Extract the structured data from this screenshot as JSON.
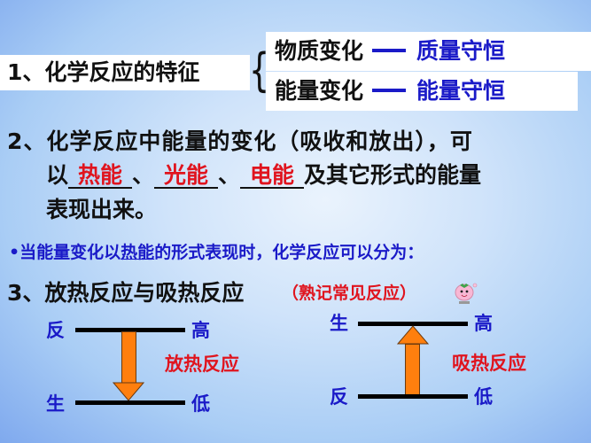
{
  "section1": {
    "label": "1、化学反应的特征",
    "brace": "{",
    "rows": [
      {
        "left": "物质变化",
        "right": "质量守恒"
      },
      {
        "left": "能量变化",
        "right": "能量守恒"
      }
    ]
  },
  "section2": {
    "line1": "2、化学反应中能量的变化（吸收和放出），可",
    "line2_prefix": "以",
    "blanks": [
      "热能",
      "光能",
      "电能"
    ],
    "separator": "、",
    "line2_suffix": "及其它形式的能量",
    "line3": "表现出来。"
  },
  "note": {
    "bullet": "•",
    "prefix": "当能量变化以",
    "underlined": "热能",
    "suffix": "的形式表现时，化学反应可以分为："
  },
  "section3": {
    "title": "3、放热反应与吸热反应",
    "hint": "（熟记常见反应）",
    "mascot": "tomato-mascot"
  },
  "diagrams": {
    "exothermic": {
      "top_left": "反",
      "top_right": "高",
      "bottom_left": "生",
      "bottom_right": "低",
      "label": "放热反应",
      "arrow_direction": "down"
    },
    "endothermic": {
      "top_left": "生",
      "top_right": "高",
      "bottom_left": "反",
      "bottom_right": "低",
      "label": "吸热反应",
      "arrow_direction": "up"
    }
  },
  "colors": {
    "heading_text": "#111111",
    "accent_blue": "#1a1ac8",
    "accent_red": "#e0141e",
    "arrow_fill": "#ff7f0e"
  }
}
